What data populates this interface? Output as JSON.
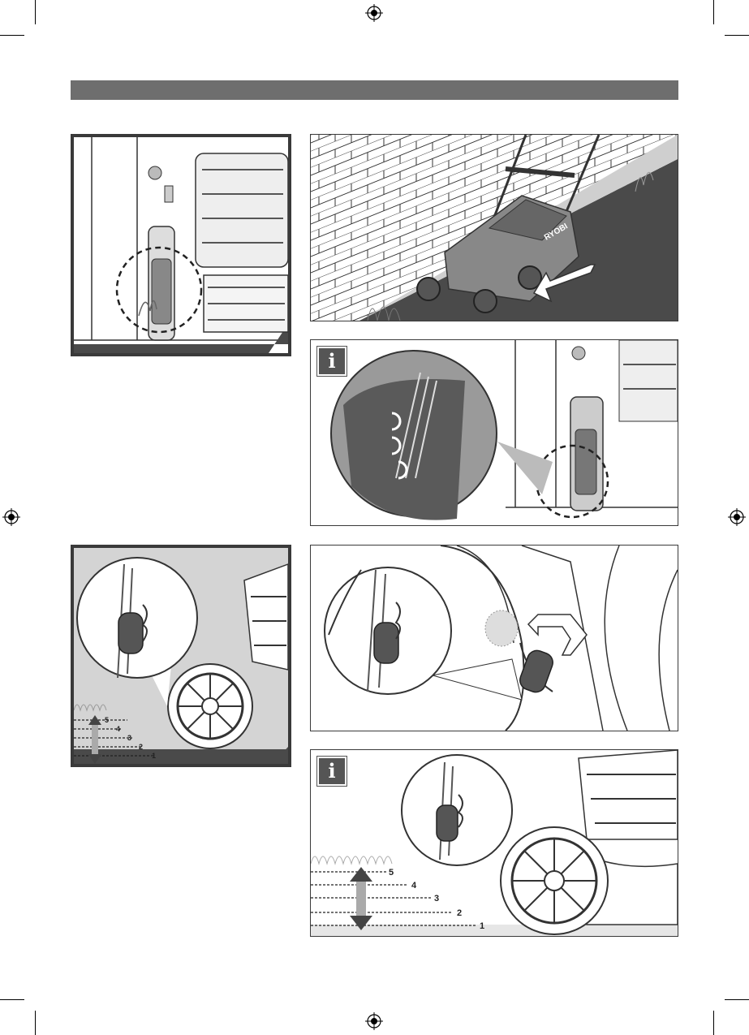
{
  "page": {
    "header_bar_color": "#6e6e6e",
    "accent_dark": "#4a4a4a",
    "accent_light": "#d4d4d4"
  },
  "brand": {
    "logo_text": "RYOBI"
  },
  "info_badges": {
    "top_info": "i",
    "bottom_info": "i"
  },
  "height_levels_small": [
    "5",
    "4",
    "3",
    "2",
    "1"
  ],
  "height_levels_large": [
    "5",
    "4",
    "3",
    "2",
    "1"
  ],
  "icons": {
    "registration": "crosshair-registration-icon",
    "direction": "arrow-direction-icon",
    "rotation": "rotate-arrows-icon",
    "lever_move": "lever-move-arrows-icon",
    "height_range": "double-arrow-vertical-icon",
    "info": "info-icon"
  }
}
